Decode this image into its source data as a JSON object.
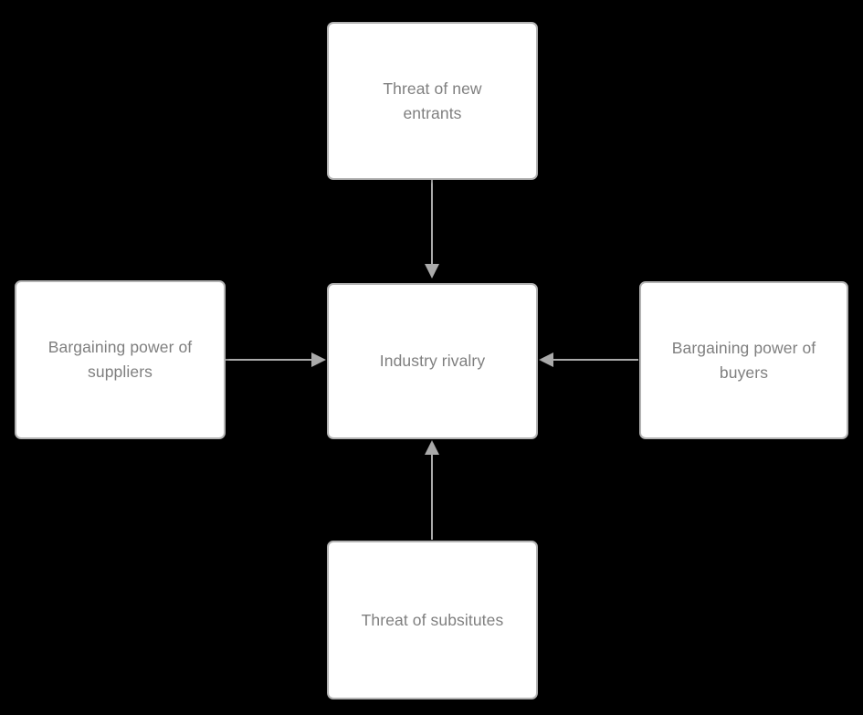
{
  "diagram": {
    "type": "porters-five-forces",
    "background_color": "#000000",
    "node_fill": "#ffffff",
    "node_border_color": "#b3b3b3",
    "text_color": "#7f7f7f",
    "connector_color": "#aaaaaa",
    "nodes": [
      {
        "id": "threat-new-entrants",
        "label": "Threat of new\nentrants",
        "position": "top"
      },
      {
        "id": "bargaining-suppliers",
        "label": "Bargaining power of\nsuppliers",
        "position": "left"
      },
      {
        "id": "industry-rivalry",
        "label": "Industry rivalry",
        "position": "center"
      },
      {
        "id": "bargaining-buyers",
        "label": "Bargaining power of\nbuyers",
        "position": "right"
      },
      {
        "id": "threat-substitutes",
        "label": "Threat of subsitutes",
        "position": "bottom"
      }
    ],
    "edges": [
      {
        "id": "edge-top-to-center",
        "from": "threat-new-entrants",
        "to": "industry-rivalry",
        "direction": "down"
      },
      {
        "id": "edge-left-to-center",
        "from": "bargaining-suppliers",
        "to": "industry-rivalry",
        "direction": "right"
      },
      {
        "id": "edge-right-to-center",
        "from": "bargaining-buyers",
        "to": "industry-rivalry",
        "direction": "left"
      },
      {
        "id": "edge-bottom-to-center",
        "from": "threat-substitutes",
        "to": "industry-rivalry",
        "direction": "up"
      }
    ]
  }
}
